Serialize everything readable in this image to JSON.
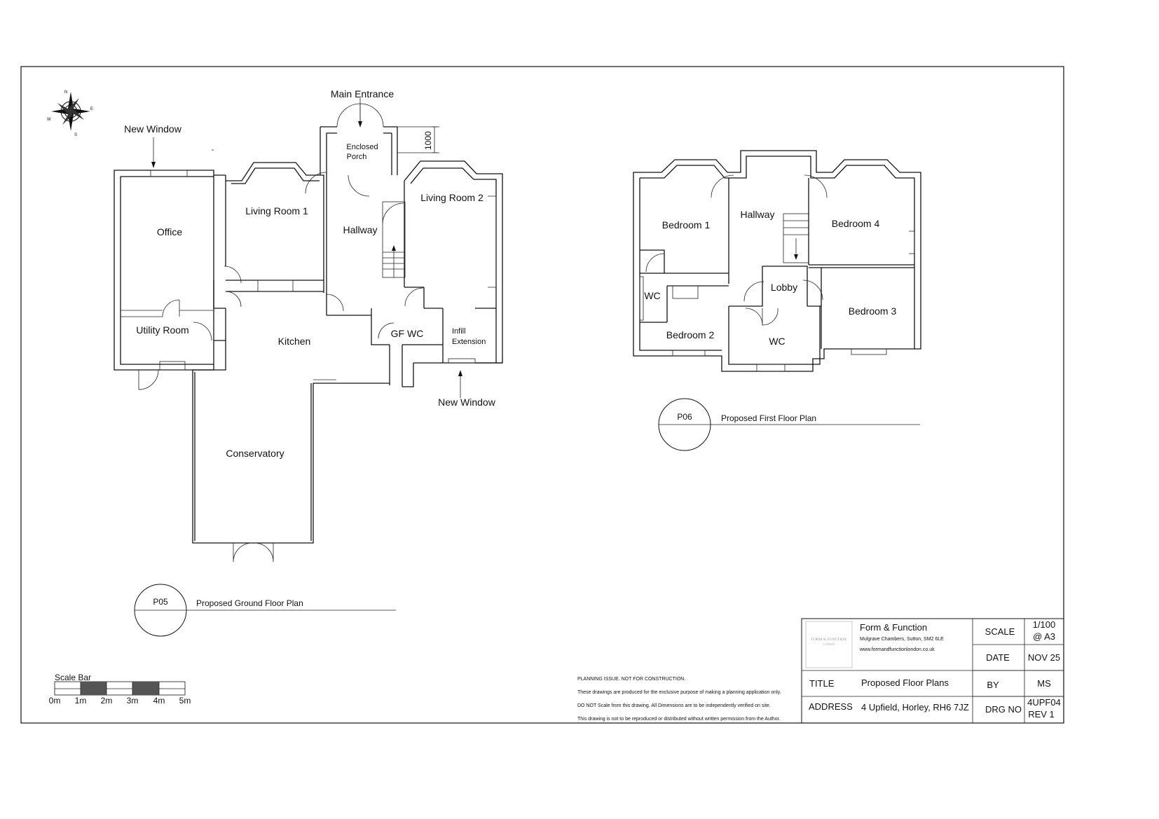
{
  "ground_floor": {
    "rooms": {
      "office": "Office",
      "living_room_1": "Living Room 1",
      "hallway": "Hallway",
      "living_room_2": "Living Room 2",
      "enclosed_porch_line1": "Enclosed",
      "enclosed_porch_line2": "Porch",
      "utility_room": "Utility Room",
      "kitchen": "Kitchen",
      "gf_wc": "GF WC",
      "infill_line1": "Infill",
      "infill_line2": "Extension",
      "conservatory": "Conservatory"
    },
    "annotations": {
      "main_entrance": "Main Entrance",
      "new_window_top": "New Window",
      "new_window_bottom": "New Window",
      "dimension": "1000"
    },
    "plan_ref": {
      "code": "P05",
      "title": "Proposed Ground Floor Plan"
    }
  },
  "first_floor": {
    "rooms": {
      "bedroom_1": "Bedroom 1",
      "hallway": "Hallway",
      "bedroom_4": "Bedroom 4",
      "wc_left": "WC",
      "lobby": "Lobby",
      "bedroom_3": "Bedroom 3",
      "bedroom_2": "Bedroom 2",
      "wc_center": "WC"
    },
    "plan_ref": {
      "code": "P06",
      "title": "Proposed First Floor Plan"
    }
  },
  "compass": {
    "n": "N",
    "e": "E",
    "s": "S",
    "w": "W"
  },
  "scale_bar": {
    "title": "Scale Bar",
    "ticks": [
      "0m",
      "1m",
      "2m",
      "3m",
      "4m",
      "5m"
    ]
  },
  "notes": [
    "PLANNING ISSUE. NOT FOR CONSTRUCTION.",
    "These drawings are produced for the exclusive purpose of making a planning application only.",
    "DO NOT Scale from this drawing. All Dimensions are to be independently verified on site.",
    "This drawing is not to be reproduced or distributed without written permission from the Author."
  ],
  "title_block": {
    "logo_text": "FORM & FUNCTION",
    "logo_sub": "LONDON",
    "company": "Form & Function",
    "address_line": "Mulgrave Chambers, Sutton, SM2 6LE",
    "website": "www.formandfunctionlondon.co.uk",
    "scale_label": "SCALE",
    "scale_value_line1": "1/100",
    "scale_value_line2": "@ A3",
    "date_label": "DATE",
    "date_value": "NOV 25",
    "title_label": "TITLE",
    "title_value": "Proposed Floor Plans",
    "by_label": "BY",
    "by_value": "MS",
    "address_label": "ADDRESS",
    "address_value": "4 Upfield, Horley, RH6 7JZ",
    "drg_label": "DRG NO",
    "drg_value_line1": "4UPF04",
    "drg_value_line2": "REV 1"
  }
}
